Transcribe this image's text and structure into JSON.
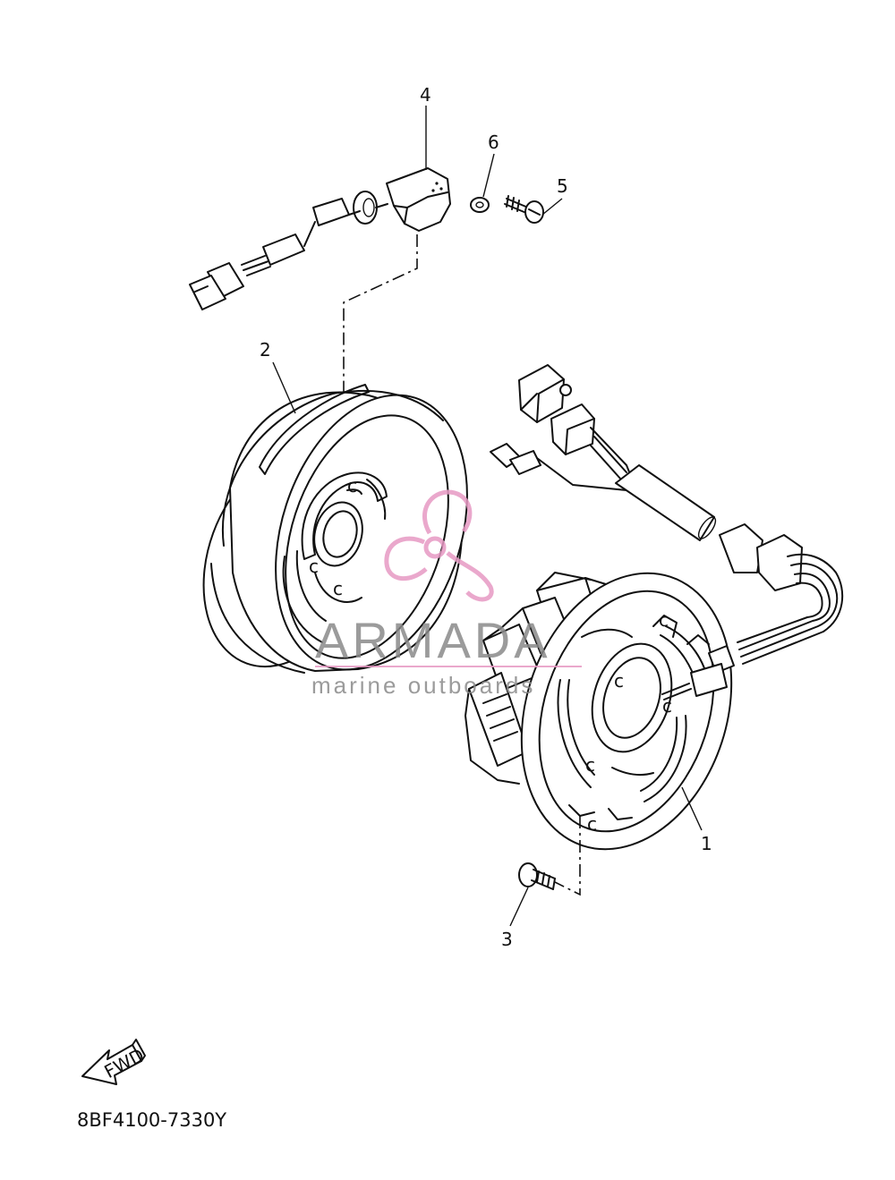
{
  "diagram": {
    "callouts": [
      "1",
      "2",
      "3",
      "4",
      "5",
      "6"
    ],
    "diagram_code": "8BF4100-7330Y",
    "fwd_label": "FWD"
  },
  "watermark": {
    "brand": "ARMADA",
    "tagline": "marine outboards",
    "logo_color": "#e79ac4",
    "text_color": "#8a8a8a"
  }
}
